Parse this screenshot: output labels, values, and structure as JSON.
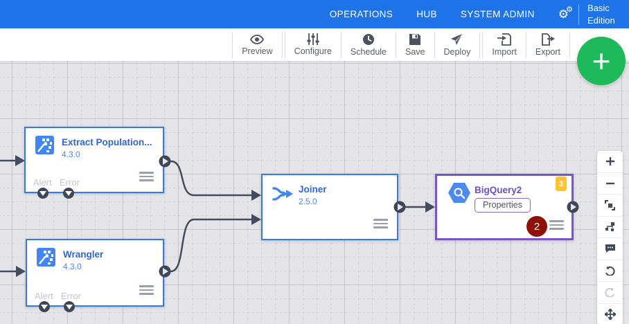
{
  "colors": {
    "header_blue": "#1e73e8",
    "node_border_blue": "#3179f2",
    "node_border_purple": "#7b52c9",
    "fab_green": "#1eb95a",
    "badge_yellow": "#fec430",
    "badge_red": "#8f1007",
    "connection": "#434c5e",
    "canvas_bg": "#e5e5e9"
  },
  "header": {
    "nav": [
      {
        "label": "OPERATIONS"
      },
      {
        "label": "HUB"
      },
      {
        "label": "SYSTEM ADMIN"
      }
    ],
    "edition": "Basic Edition"
  },
  "toolbar": {
    "items": [
      {
        "label": "Preview",
        "icon": "eye-icon"
      },
      {
        "label": "Configure",
        "icon": "sliders-icon"
      },
      {
        "label": "Schedule",
        "icon": "clock-icon"
      },
      {
        "label": "Save",
        "icon": "floppy-icon"
      },
      {
        "label": "Deploy",
        "icon": "paper-plane-icon"
      },
      {
        "label": "Import",
        "icon": "import-doc-icon"
      },
      {
        "label": "Export",
        "icon": "export-doc-icon"
      }
    ],
    "fab_label": "+"
  },
  "zoom_panel": {
    "buttons": [
      {
        "name": "zoom-in"
      },
      {
        "name": "zoom-out"
      },
      {
        "name": "fit-to-screen"
      },
      {
        "name": "align-nodes"
      },
      {
        "name": "add-comment"
      },
      {
        "name": "undo"
      },
      {
        "name": "redo"
      },
      {
        "name": "move-mode"
      }
    ]
  },
  "nodes": [
    {
      "title": "Extract Population...",
      "version": "4.3.0",
      "alert_label": "Alert",
      "error_label": "Error"
    },
    {
      "title": "Wrangler",
      "version": "4.3.0",
      "alert_label": "Alert",
      "error_label": "Error"
    },
    {
      "title": "Joiner",
      "version": "2.5.0"
    },
    {
      "title": "BigQuery2",
      "properties_label": "Properties",
      "metrics_badge": "3",
      "error_badge": "2"
    }
  ]
}
